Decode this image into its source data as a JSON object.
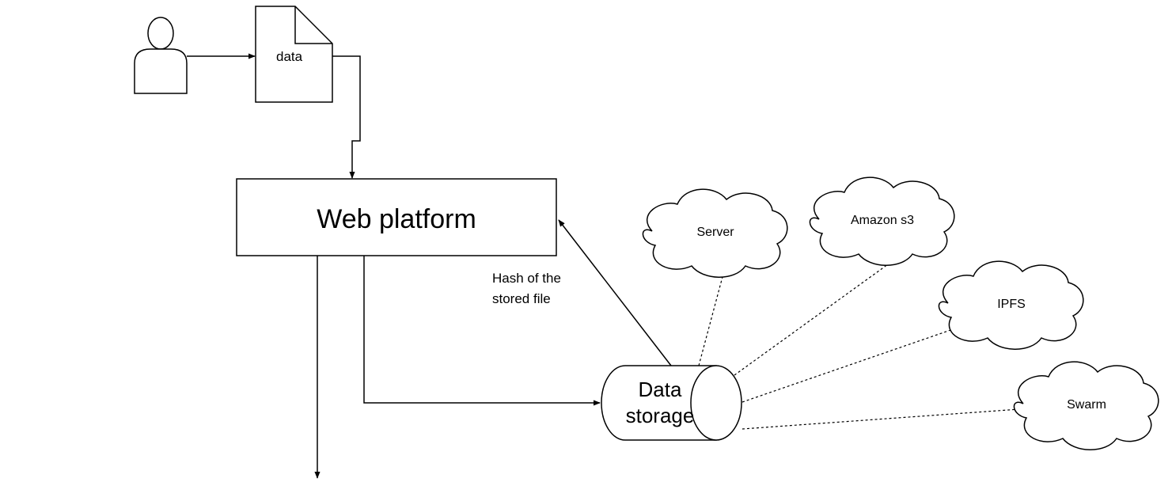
{
  "document": {
    "label": "data"
  },
  "web_platform": {
    "label": "Web platform"
  },
  "hash_label": {
    "line1": "Hash of the",
    "line2": "stored file"
  },
  "data_storage": {
    "line1": "Data",
    "line2": "storage"
  },
  "clouds": {
    "server": "Server",
    "amazon_s3": "Amazon s3",
    "ipfs": "IPFS",
    "swarm": "Swarm"
  }
}
